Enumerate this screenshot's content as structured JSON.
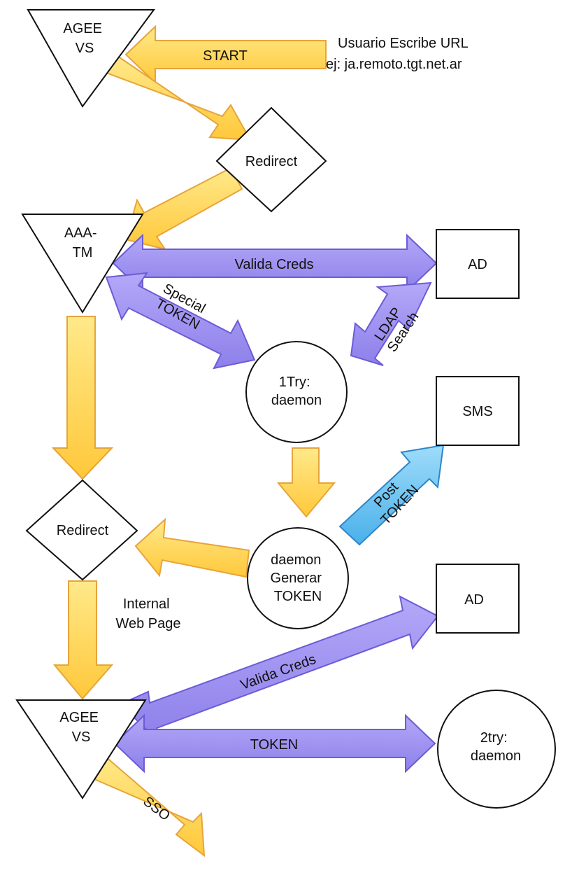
{
  "nodes": {
    "agee_top": [
      "AGEE",
      "VS"
    ],
    "redirect_top": "Redirect",
    "aaa_tm": [
      "AAA-",
      "TM"
    ],
    "ad_top": "AD",
    "one_try": [
      "1Try:",
      "daemon"
    ],
    "sms": "SMS",
    "redirect_mid": "Redirect",
    "daemon_gen": [
      "daemon",
      "Generar",
      "TOKEN"
    ],
    "ad_bottom": "AD",
    "agee_bottom": [
      "AGEE",
      "VS"
    ],
    "two_try": [
      "2try:",
      "daemon"
    ]
  },
  "annotations": {
    "user_url_line1": "Usuario Escribe URL",
    "user_url_line2": "ej: ja.remoto.tgt.net.ar",
    "internal_web_line1": "Internal",
    "internal_web_line2": "Web Page"
  },
  "arrows": {
    "start": "START",
    "valida_creds_top": "Valida Creds",
    "special_token": [
      "Special",
      "TOKEN"
    ],
    "ldap_search": [
      "LDAP",
      "Search"
    ],
    "post_token": [
      "Post",
      "TOKEN"
    ],
    "valida_creds_bottom": "Valida Creds",
    "token": "TOKEN",
    "sso": "SSO"
  },
  "colors": {
    "flow_arrow": "#ffd24d",
    "auth_arrow": "#9a8ff0",
    "sms_arrow": "#6cc4f0"
  }
}
